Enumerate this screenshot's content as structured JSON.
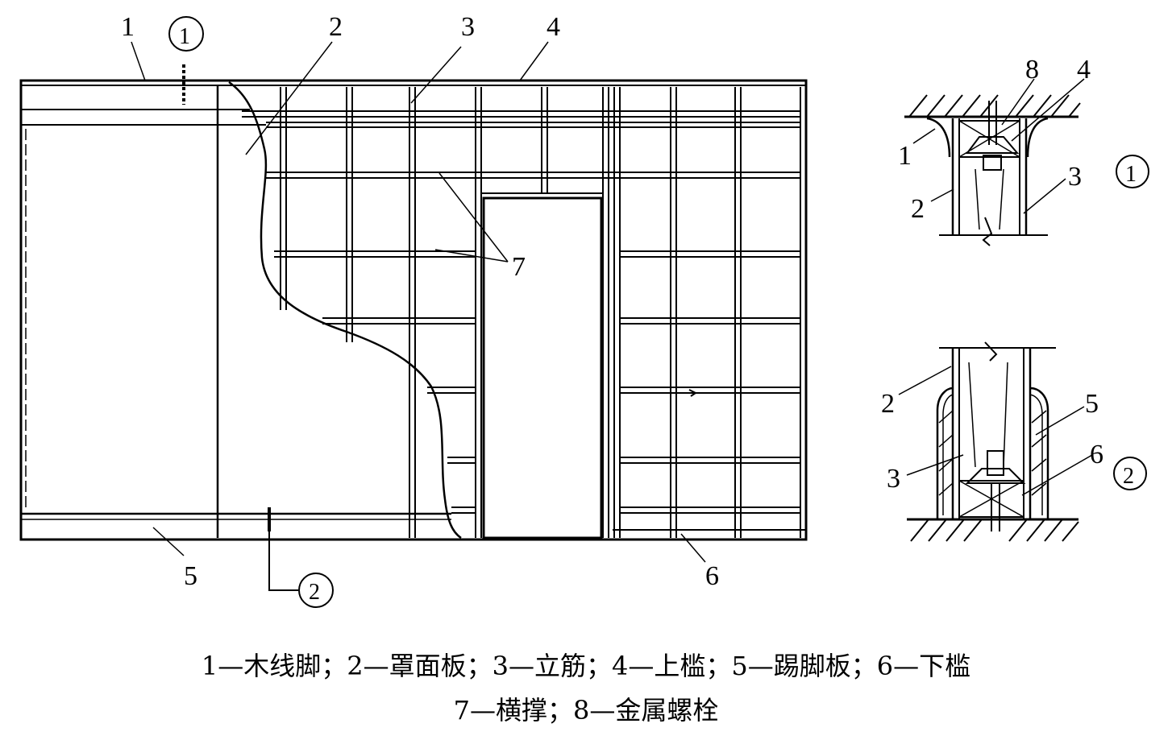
{
  "diagram": {
    "callouts": {
      "n1": "1",
      "n2": "2",
      "n3": "3",
      "n4": "4",
      "n5": "5",
      "n6": "6",
      "n7": "7",
      "n8": "8"
    },
    "section_marks": {
      "s1": "1",
      "s2": "2"
    },
    "detail1": {
      "n8": "8",
      "n4": "4",
      "n1": "1",
      "n2": "2",
      "n3": "3",
      "section": "1"
    },
    "detail2": {
      "n2": "2",
      "n5": "5",
      "n6": "6",
      "n3": "3",
      "section": "2"
    }
  },
  "caption": {
    "line1": "1—木线脚；2—罩面板；3—立筋；4—上槛；5—踢脚板；6—下槛",
    "line2": "7—横撑；8—金属螺栓"
  }
}
